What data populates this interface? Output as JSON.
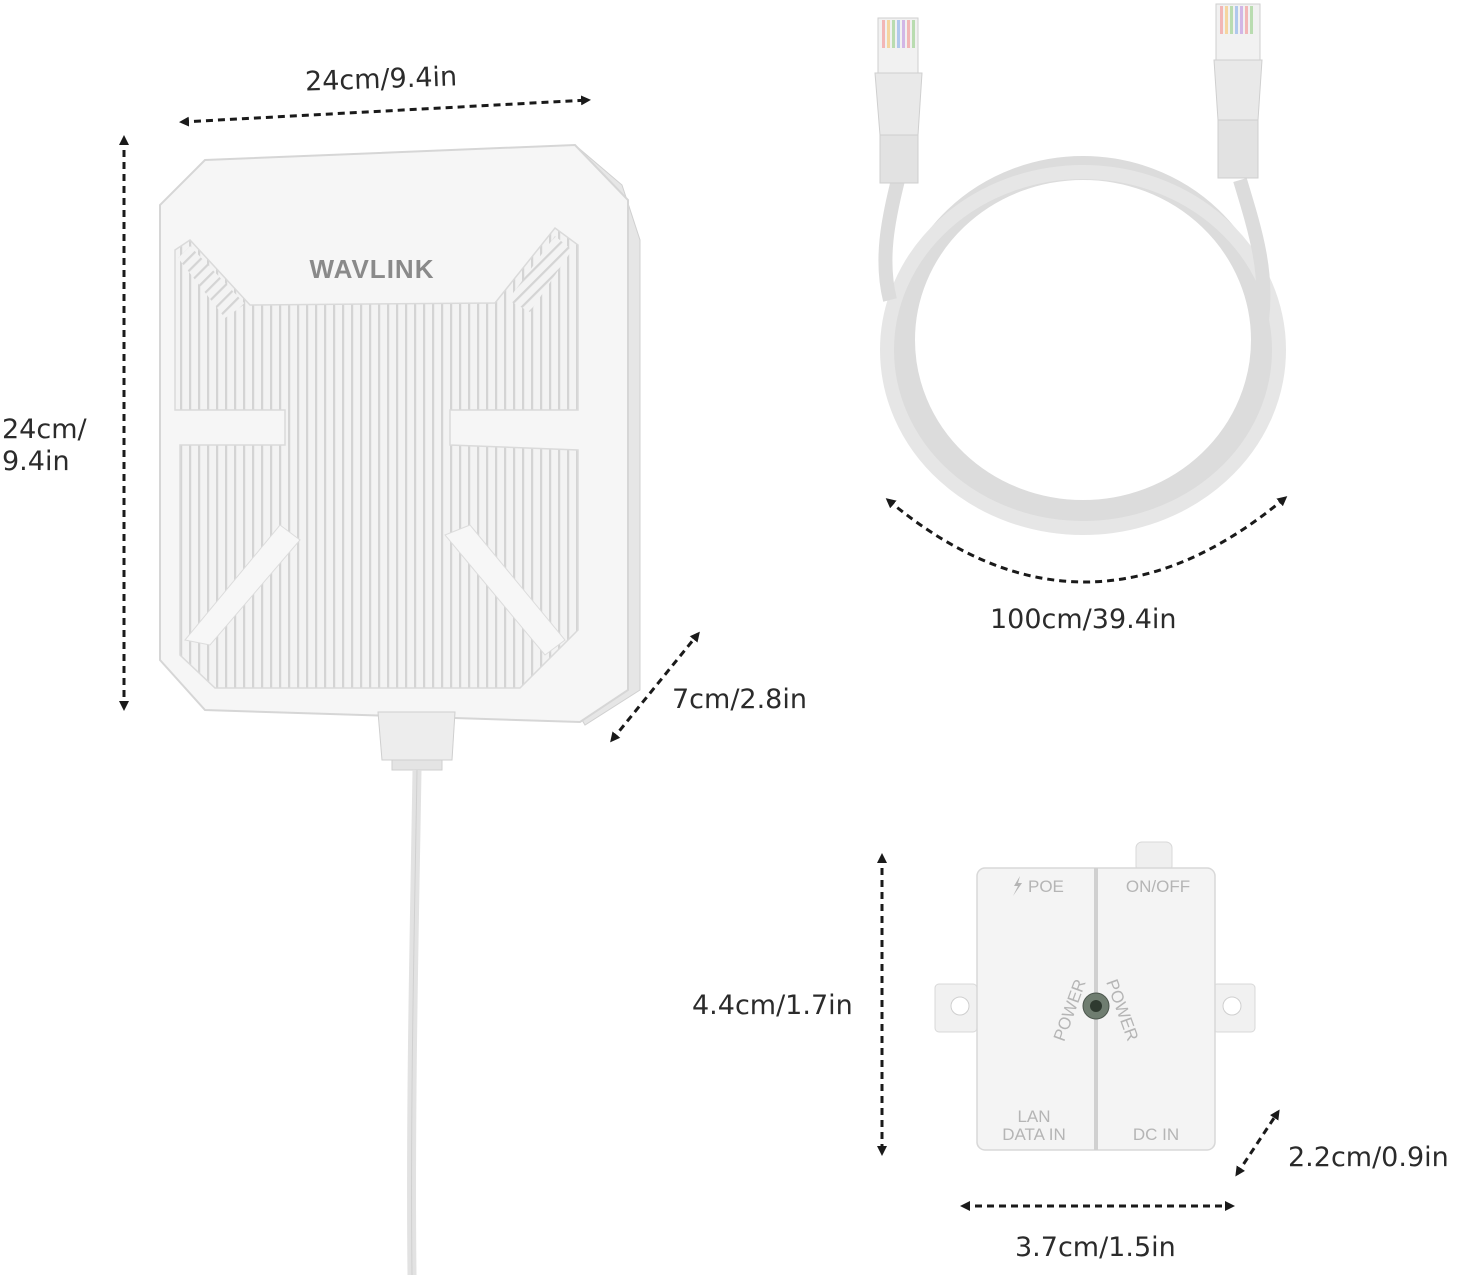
{
  "dimensions": {
    "router_width": "24cm/9.4in",
    "router_height_line1": "24cm/",
    "router_height_line2": "9.4in",
    "router_depth": "7cm/2.8in",
    "cable_length": "100cm/39.4in",
    "injector_height": "4.4cm/1.7in",
    "injector_depth": "2.2cm/0.9in",
    "injector_width": "3.7cm/1.5in"
  },
  "router": {
    "brand": "WAVLINK"
  },
  "injector": {
    "poe_label": "POE",
    "onoff_label": "ON/OFF",
    "power_label": "POWER",
    "lan_label_line1": "LAN",
    "lan_label_line2": "DATA IN",
    "dc_label": "DC IN"
  },
  "colors": {
    "device": "#f4f4f4",
    "outline": "#d9d9d9",
    "arrow": "#1a1a1a",
    "cable": "#dedede"
  }
}
